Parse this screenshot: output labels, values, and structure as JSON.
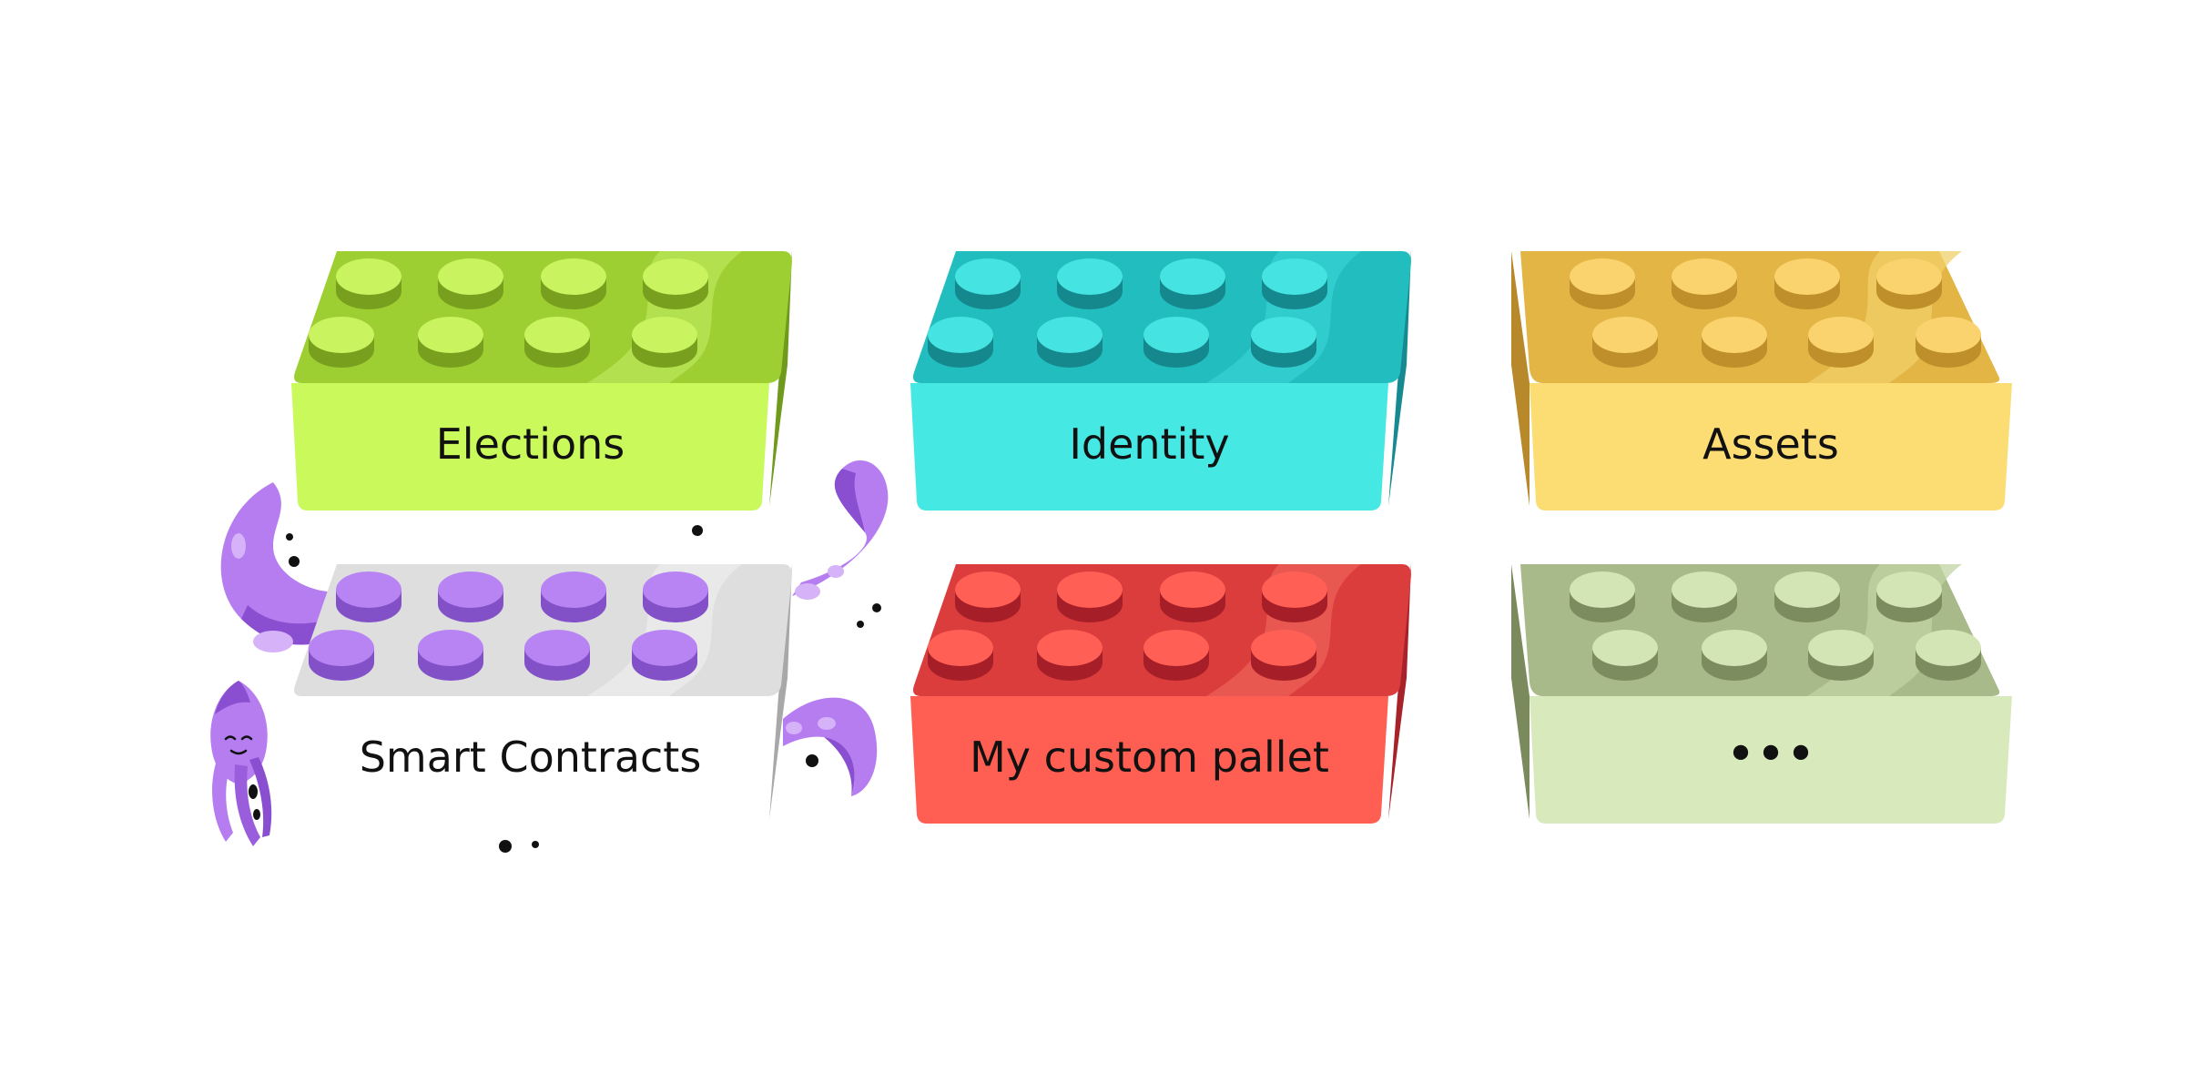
{
  "blocks": [
    {
      "id": "elections",
      "label": "Elections",
      "colors": {
        "front": "#C9F95A",
        "top": "#9ECF32",
        "topDark": "#8FBD2C",
        "topLight": "#B9E55A",
        "studTop": "#C9F35F",
        "studSide": "#78A01E",
        "side": "#6F9A1C"
      }
    },
    {
      "id": "identity",
      "label": "Identity",
      "colors": {
        "front": "#45E8E3",
        "top": "#22BDBE",
        "topDark": "#1AAEB0",
        "topLight": "#37D3D3",
        "studTop": "#45E3E2",
        "studSide": "#15888E",
        "side": "#168A90"
      }
    },
    {
      "id": "assets",
      "label": "Assets",
      "colors": {
        "front": "#FCDD74",
        "top": "#E2B545",
        "topDark": "#D9AC3B",
        "topLight": "#F0D06A",
        "studTop": "#FAD26E",
        "studSide": "#BE8F2A",
        "side": "#B8892A"
      }
    },
    {
      "id": "smart-contracts",
      "label": "Smart Contracts",
      "colors": {
        "front": "#FFFFFF",
        "top": "#DEDEDE",
        "topDark": "#D2D2D2",
        "topLight": "#ECECEC",
        "studTop": "#B884F3",
        "studSide": "#8251C8",
        "side": "#A8A8A8"
      }
    },
    {
      "id": "my-custom-pallet",
      "label": "My custom pallet",
      "colors": {
        "front": "#FF5E52",
        "top": "#DB3C3C",
        "topDark": "#CF3535",
        "topLight": "#EE6058",
        "studTop": "#FF5F54",
        "studSide": "#A61E28",
        "side": "#A8222A"
      }
    },
    {
      "id": "more",
      "label": "•••",
      "colors": {
        "front": "#D8E9BB",
        "top": "#A8B98A",
        "topDark": "#9CAE7E",
        "topLight": "#C2D3A3",
        "studTop": "#D3E4B5",
        "studSide": "#7D8C5E",
        "side": "#7B8A5D"
      }
    }
  ],
  "colors": {
    "octopus": "#B67DF0",
    "octopusDark": "#8A4FD0",
    "octopusLight": "#D6B2F8",
    "ink": "#111111"
  },
  "icons": [
    "octopus-tentacle",
    "octopus-mascot"
  ]
}
